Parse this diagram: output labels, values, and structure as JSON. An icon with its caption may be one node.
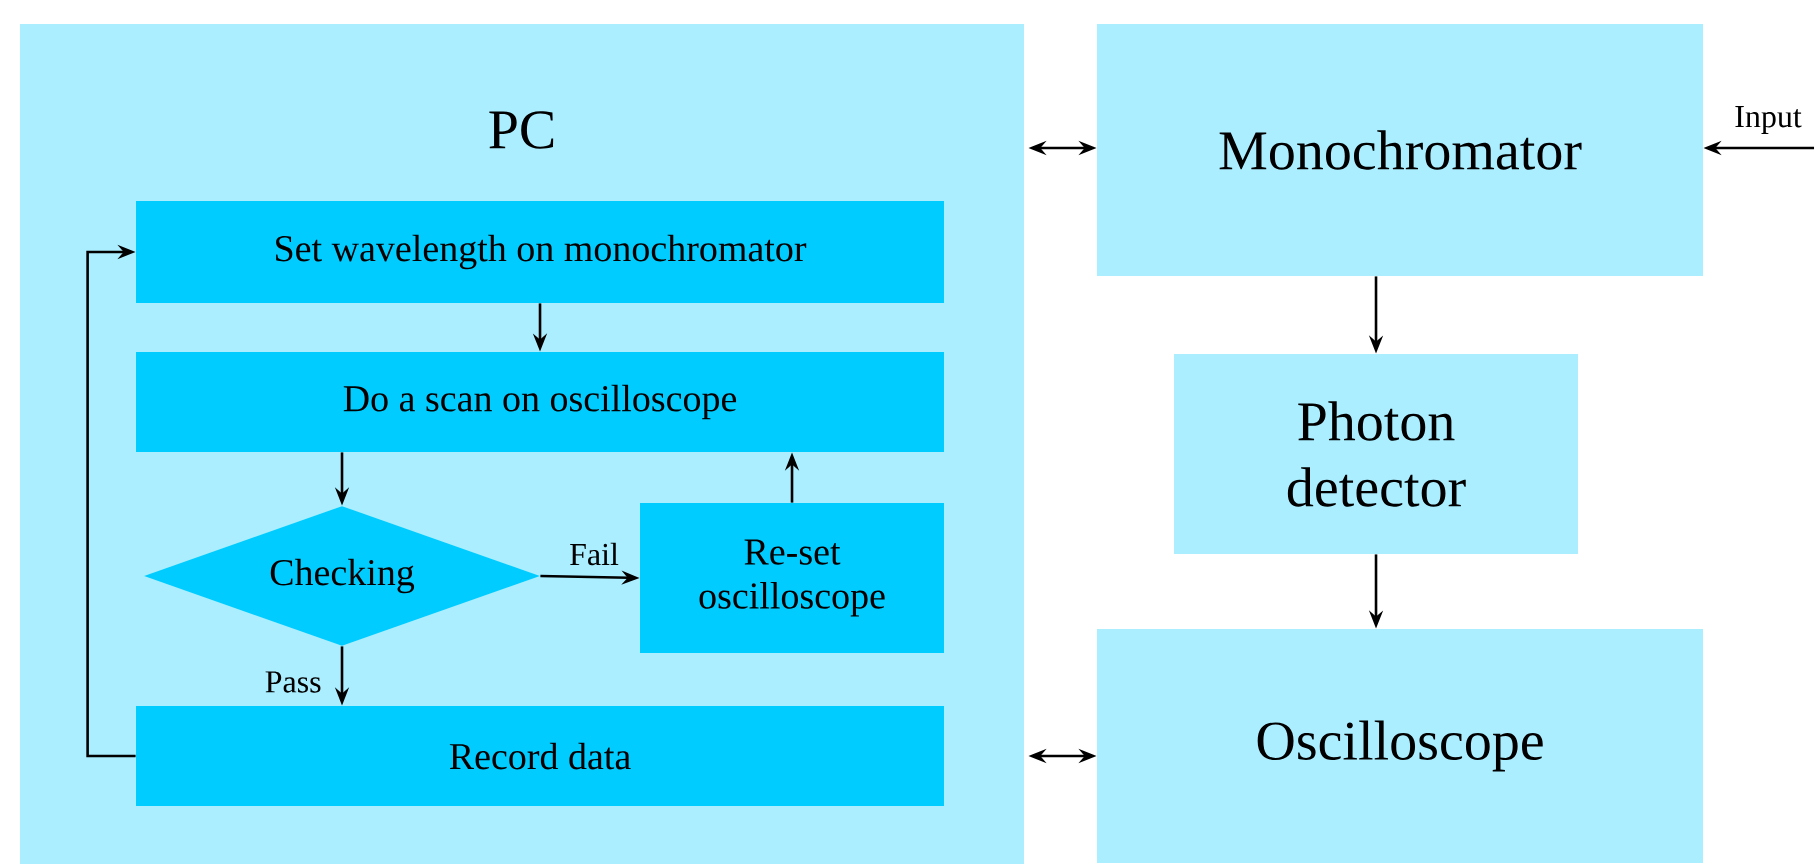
{
  "diagram": {
    "nodes": [
      {
        "text": [
          "PC"
        ]
      },
      {
        "text": [
          "Set wavelength on monochromator"
        ],
        "in": 0
      },
      {
        "text": [
          "Do a scan on oscilloscope"
        ],
        "in": 0
      },
      {
        "text": [
          "Checking"
        ],
        "in": 0
      },
      {
        "text": [
          "Re-set oscilloscope"
        ],
        "in": 0
      },
      {
        "text": [
          "Record data"
        ],
        "in": 0
      },
      {
        "text": [
          "Monochromator"
        ]
      },
      {
        "text": [
          "Photon detector"
        ]
      },
      {
        "text": [
          "Oscilloscope"
        ]
      }
    ],
    "edges": [
      {
        "from": 1,
        "to": 2,
        "arrow": "to"
      },
      {
        "from": 2,
        "to": 3,
        "arrow": "to"
      },
      {
        "from": 3,
        "to": 4,
        "arrow": "to",
        "label": "Fail"
      },
      {
        "from": 4,
        "to": 2,
        "arrow": "to"
      },
      {
        "from": 3,
        "to": 5,
        "arrow": "to",
        "label": "Pass"
      },
      {
        "from": 5,
        "to": 1,
        "arrow": "to"
      },
      {
        "from": 0,
        "to": 6,
        "arrow": "both"
      },
      {
        "from": 0,
        "to": 8,
        "arrow": "both"
      },
      {
        "from": 6,
        "to": 7,
        "arrow": "to"
      },
      {
        "from": 7,
        "to": 8,
        "arrow": "to"
      },
      {
        "from": null,
        "to": 6,
        "arrow": "to",
        "label": "Input"
      }
    ]
  }
}
